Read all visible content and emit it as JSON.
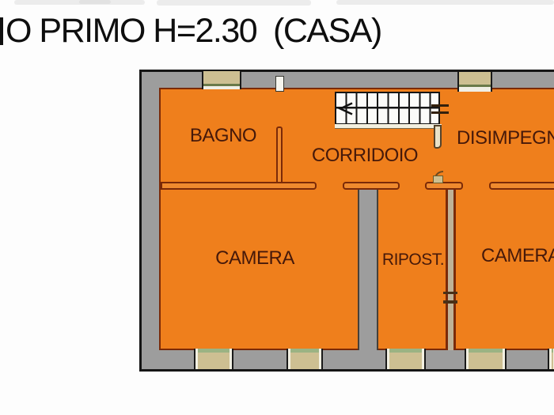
{
  "title": {
    "text": "O PRIMO H=2.30  (CASA)"
  },
  "plan": {
    "rooms": {
      "bagno": {
        "label": "BAGNO"
      },
      "corridoio": {
        "label": "CORRIDOIO"
      },
      "disimpegno": {
        "label": "DISIMPEGNO"
      },
      "camera_left": {
        "label": "CAMERA"
      },
      "ripostiglio": {
        "label": "RIPOST."
      },
      "camera_right": {
        "label": "CAMERA"
      }
    },
    "colors": {
      "room_fill": "#ef7f1c",
      "wall_gray": "#9d9d9d",
      "wall_outline": "#161616",
      "interior_wall": "#7b2a08",
      "label_text": "#46190a",
      "window_tan": "#cdbf92",
      "window_green": "#9bb383",
      "stairs_white": "#fbfbf9"
    }
  }
}
